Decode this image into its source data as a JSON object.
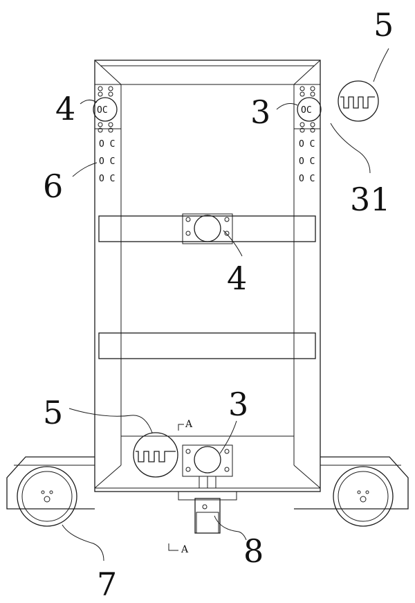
{
  "labels": {
    "ref_4_top": "4",
    "ref_3_top": "3",
    "ref_5_top": "5",
    "ref_6": "6",
    "ref_31": "31",
    "ref_4_mid": "4",
    "ref_5_bottom": "5",
    "ref_3_bottom": "3",
    "ref_7": "7",
    "ref_8": "8",
    "section_top": "A",
    "section_bottom": "A"
  }
}
